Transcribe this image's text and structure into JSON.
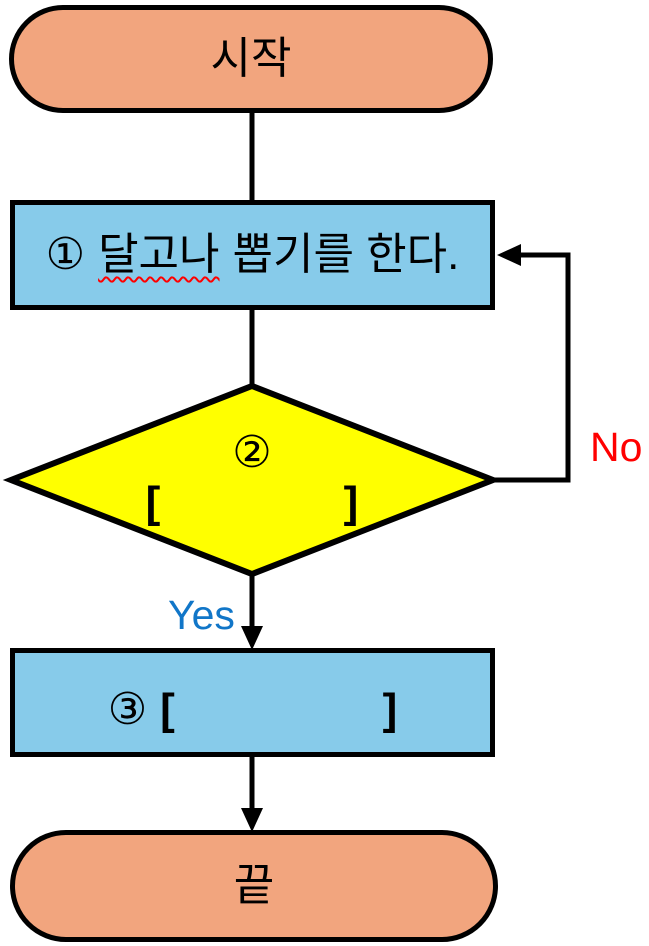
{
  "colors": {
    "terminator_fill": "#F2A57E",
    "process_fill": "#87CBEA",
    "decision_fill": "#FFFF00",
    "outline": "#000000",
    "yes_label": "#1176C8",
    "no_label": "#FF0000",
    "spellcheck_underline": "#FF0000"
  },
  "nodes": {
    "start": {
      "label": "시작"
    },
    "step1": {
      "marker": "①",
      "word_misspelled": "달고나",
      "text_rest": "뽑기를 한다."
    },
    "decision": {
      "marker": "②",
      "blank": "[               ]"
    },
    "step3": {
      "marker": "③",
      "blank": "[                 ]"
    },
    "end": {
      "label": "끝"
    }
  },
  "edges": {
    "yes": "Yes",
    "no": "No"
  }
}
